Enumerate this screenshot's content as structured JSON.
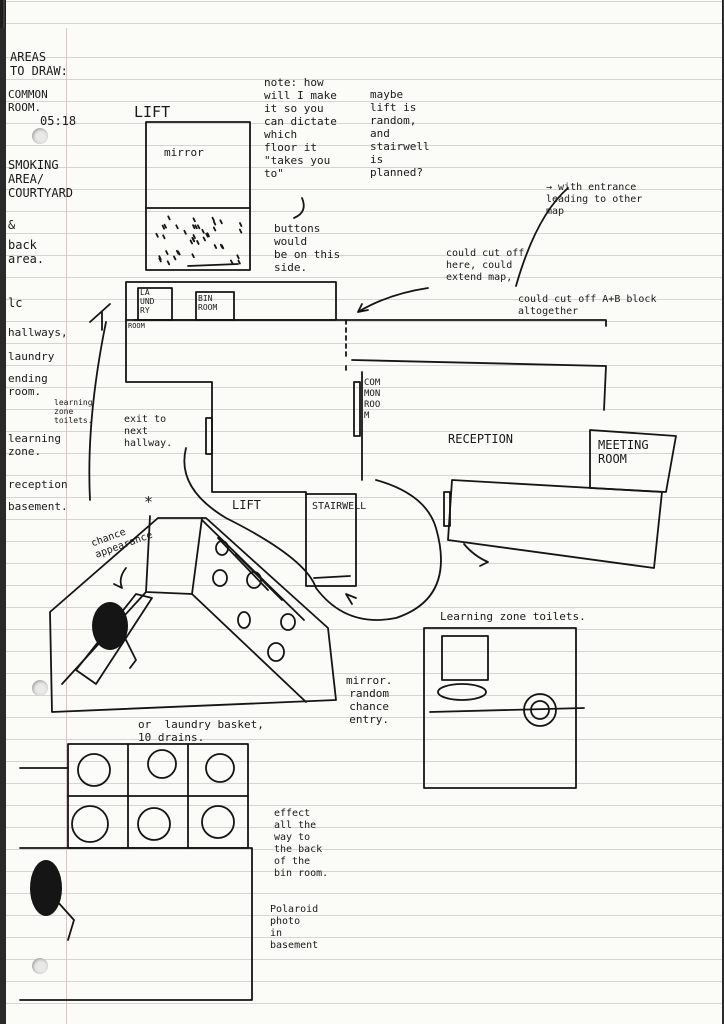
{
  "sidebar": {
    "items": [
      "AREAS\nTO DRAW:",
      "COMMON\nROOM.",
      "SMOKING\nAREA/\nCOURTYARD",
      "&",
      "back\narea.",
      "lc",
      "hallways,",
      "laundry",
      "ending\nroom.",
      "learning\nzone.",
      "reception",
      "basement."
    ],
    "time": "05:18",
    "margin_note": "learning\nzone\ntoilets."
  },
  "lift_sketch": {
    "title": "LIFT",
    "mirror": "mirror",
    "buttons_note": "buttons\nwould\nbe on this\nside."
  },
  "notes": {
    "note_how": "note: how\nwill I make\nit so you\ncan dictate\nwhich\nfloor it\n\"takes you\nto\"",
    "maybe_lift": "maybe\nlift is\nrandom,\nand\nstairwell\nis\nplanned?",
    "entrance_note": "→ with entrance\nleading to other\nmap",
    "cut_off_note": "could cut off\nhere, could\nextend map,",
    "cut_ab_note": "could cut off A+B block\naltogether"
  },
  "floor_plan": {
    "laundry": "LA\nUND\nRY",
    "room": "ROOM",
    "bin_room": "BIN\nROOM",
    "exit_note": "exit to\nnext\nhallway.",
    "common_room": "COM\nMON\nROO\nM",
    "reception": "RECEPTION",
    "meeting_room": "MEETING\nROOM",
    "lift": "LIFT",
    "stairwell": "STAIRWELL"
  },
  "laundry_sketch": {
    "chance_note": "chance\nappearance",
    "asterisk": "*",
    "basket_note": "or  laundry basket,\n10 drains.",
    "mirror_note": "mirror.\nrandom\nchance\nentry."
  },
  "toilets": {
    "title": "Learning zone toilets."
  },
  "basement": {
    "effect_note": "effect\nall the\nway to\nthe back\nof the\nbin room.",
    "polaroid_note": "Polaroid\nphoto\nin\nbasement"
  }
}
